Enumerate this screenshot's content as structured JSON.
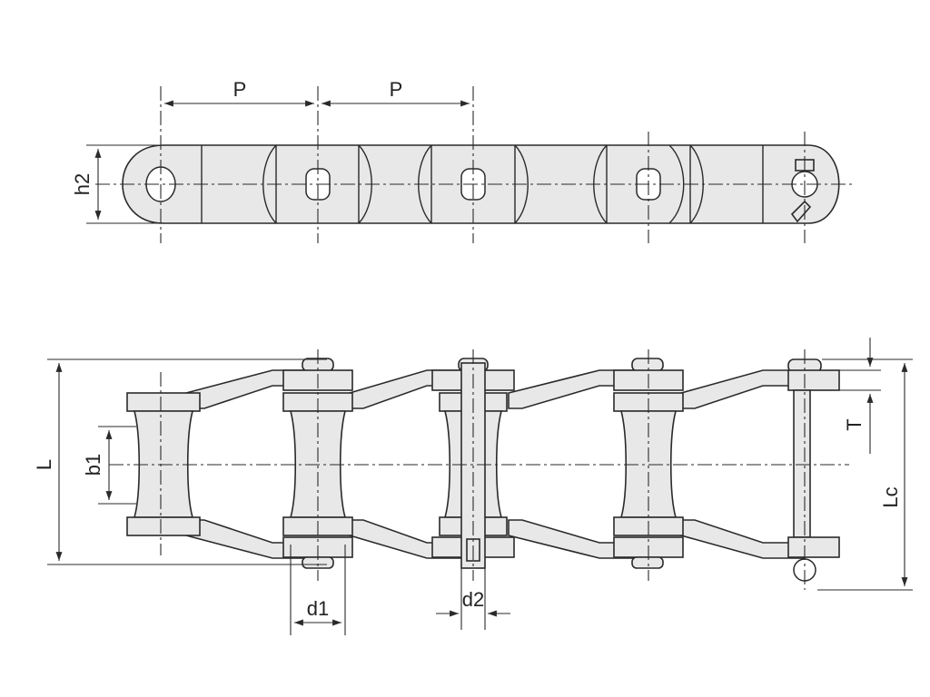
{
  "diagram": {
    "top_view": {
      "labels": {
        "pitch_1": "P",
        "pitch_2": "P",
        "height": "h2"
      }
    },
    "side_view": {
      "labels": {
        "overall_length": "L",
        "inner_width": "b1",
        "roller_diameter": "d1",
        "pin_diameter": "d2",
        "plate_thickness": "T",
        "pin_length": "Lc"
      }
    },
    "colors": {
      "part_fill": "#e8e8e8",
      "outline": "#2a2a2a",
      "background": "#ffffff"
    }
  }
}
